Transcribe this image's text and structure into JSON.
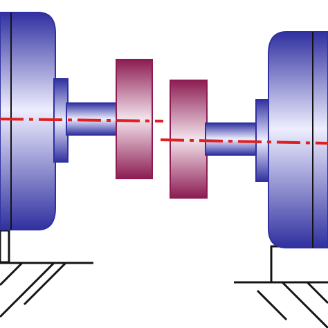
{
  "diagram": {
    "subject": "shaft-misalignment",
    "colors": {
      "background": "#ffffff",
      "machine_light": "#eeeeff",
      "machine_mid": "#8a8ad8",
      "machine_dark": "#3030a0",
      "coupling_light": "#f3e3ec",
      "coupling_mid": "#c06090",
      "coupling_dark": "#8c1c52",
      "centerline": "#e02020",
      "outline": "#141414"
    },
    "components": [
      {
        "id": "left-machine",
        "kind": "machine-housing"
      },
      {
        "id": "left-shaft",
        "kind": "shaft"
      },
      {
        "id": "left-coupling-half",
        "kind": "coupling-hub"
      },
      {
        "id": "right-coupling-half",
        "kind": "coupling-hub"
      },
      {
        "id": "right-shaft",
        "kind": "shaft"
      },
      {
        "id": "right-machine",
        "kind": "machine-housing"
      },
      {
        "id": "left-foundation",
        "kind": "ground-support"
      },
      {
        "id": "right-foundation",
        "kind": "ground-support"
      }
    ],
    "centerlines": [
      {
        "id": "left-axis",
        "style": "dash-dot"
      },
      {
        "id": "right-axis",
        "style": "dash-dot"
      }
    ]
  }
}
